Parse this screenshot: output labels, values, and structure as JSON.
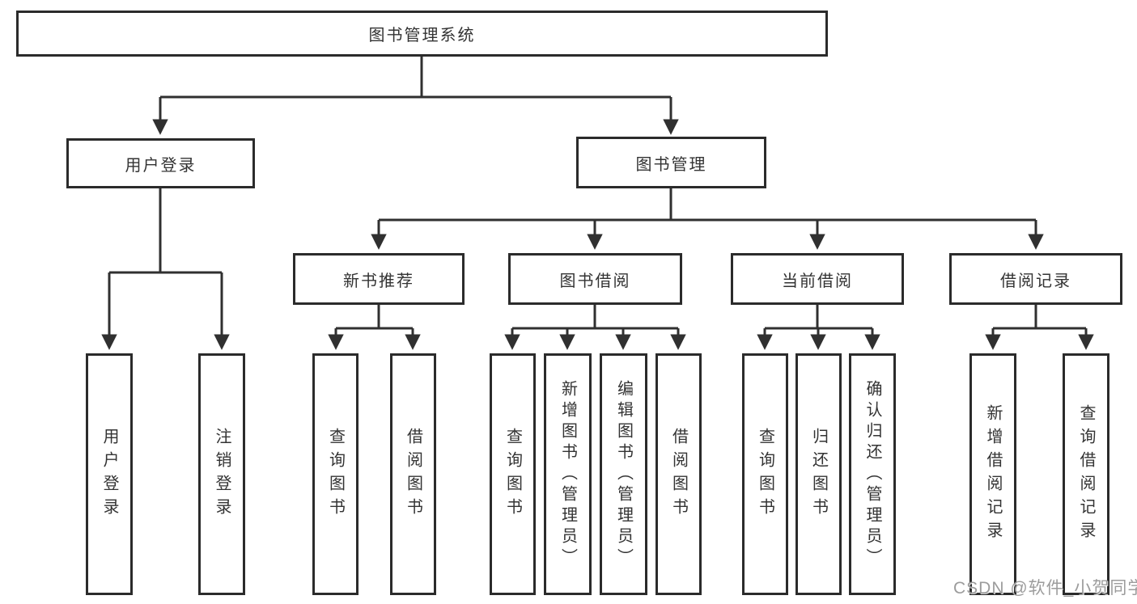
{
  "diagram": {
    "root": {
      "label": "图书管理系统"
    },
    "level1": [
      {
        "id": "user-login",
        "label": "用户登录"
      },
      {
        "id": "book-management",
        "label": "图书管理"
      }
    ],
    "level2": [
      {
        "id": "new-book-recommend",
        "label": "新书推荐"
      },
      {
        "id": "book-borrow",
        "label": "图书借阅"
      },
      {
        "id": "current-borrow",
        "label": "当前借阅"
      },
      {
        "id": "borrow-record",
        "label": "借阅记录"
      }
    ],
    "leaves": [
      {
        "id": "user-login-leaf",
        "label": "用户登录",
        "parent": "user-login"
      },
      {
        "id": "logout",
        "label": "注销登录",
        "parent": "user-login"
      },
      {
        "id": "query-book-1",
        "label": "查询图书",
        "parent": "new-book-recommend"
      },
      {
        "id": "borrow-book-1",
        "label": "借阅图书",
        "parent": "new-book-recommend"
      },
      {
        "id": "query-book-2",
        "label": "查询图书",
        "parent": "book-borrow"
      },
      {
        "id": "add-book",
        "label": "新增图书（管理员）",
        "parent": "book-borrow"
      },
      {
        "id": "edit-book",
        "label": "编辑图书（管理员）",
        "parent": "book-borrow"
      },
      {
        "id": "borrow-book-2",
        "label": "借阅图书",
        "parent": "book-borrow"
      },
      {
        "id": "query-book-3",
        "label": "查询图书",
        "parent": "current-borrow"
      },
      {
        "id": "return-book",
        "label": "归还图书",
        "parent": "current-borrow"
      },
      {
        "id": "confirm-return",
        "label": "确认归还（管理员）",
        "parent": "current-borrow"
      },
      {
        "id": "add-borrow-record",
        "label": "新增借阅记录",
        "parent": "borrow-record"
      },
      {
        "id": "query-borrow-record",
        "label": "查询借阅记录",
        "parent": "borrow-record"
      }
    ],
    "watermark": "CSDN @软件_小贺同学",
    "colors": {
      "line": "#303030",
      "box_border": "#2b2b2b",
      "text": "#333333",
      "watermark": "#949494",
      "background": "#ffffff"
    }
  }
}
